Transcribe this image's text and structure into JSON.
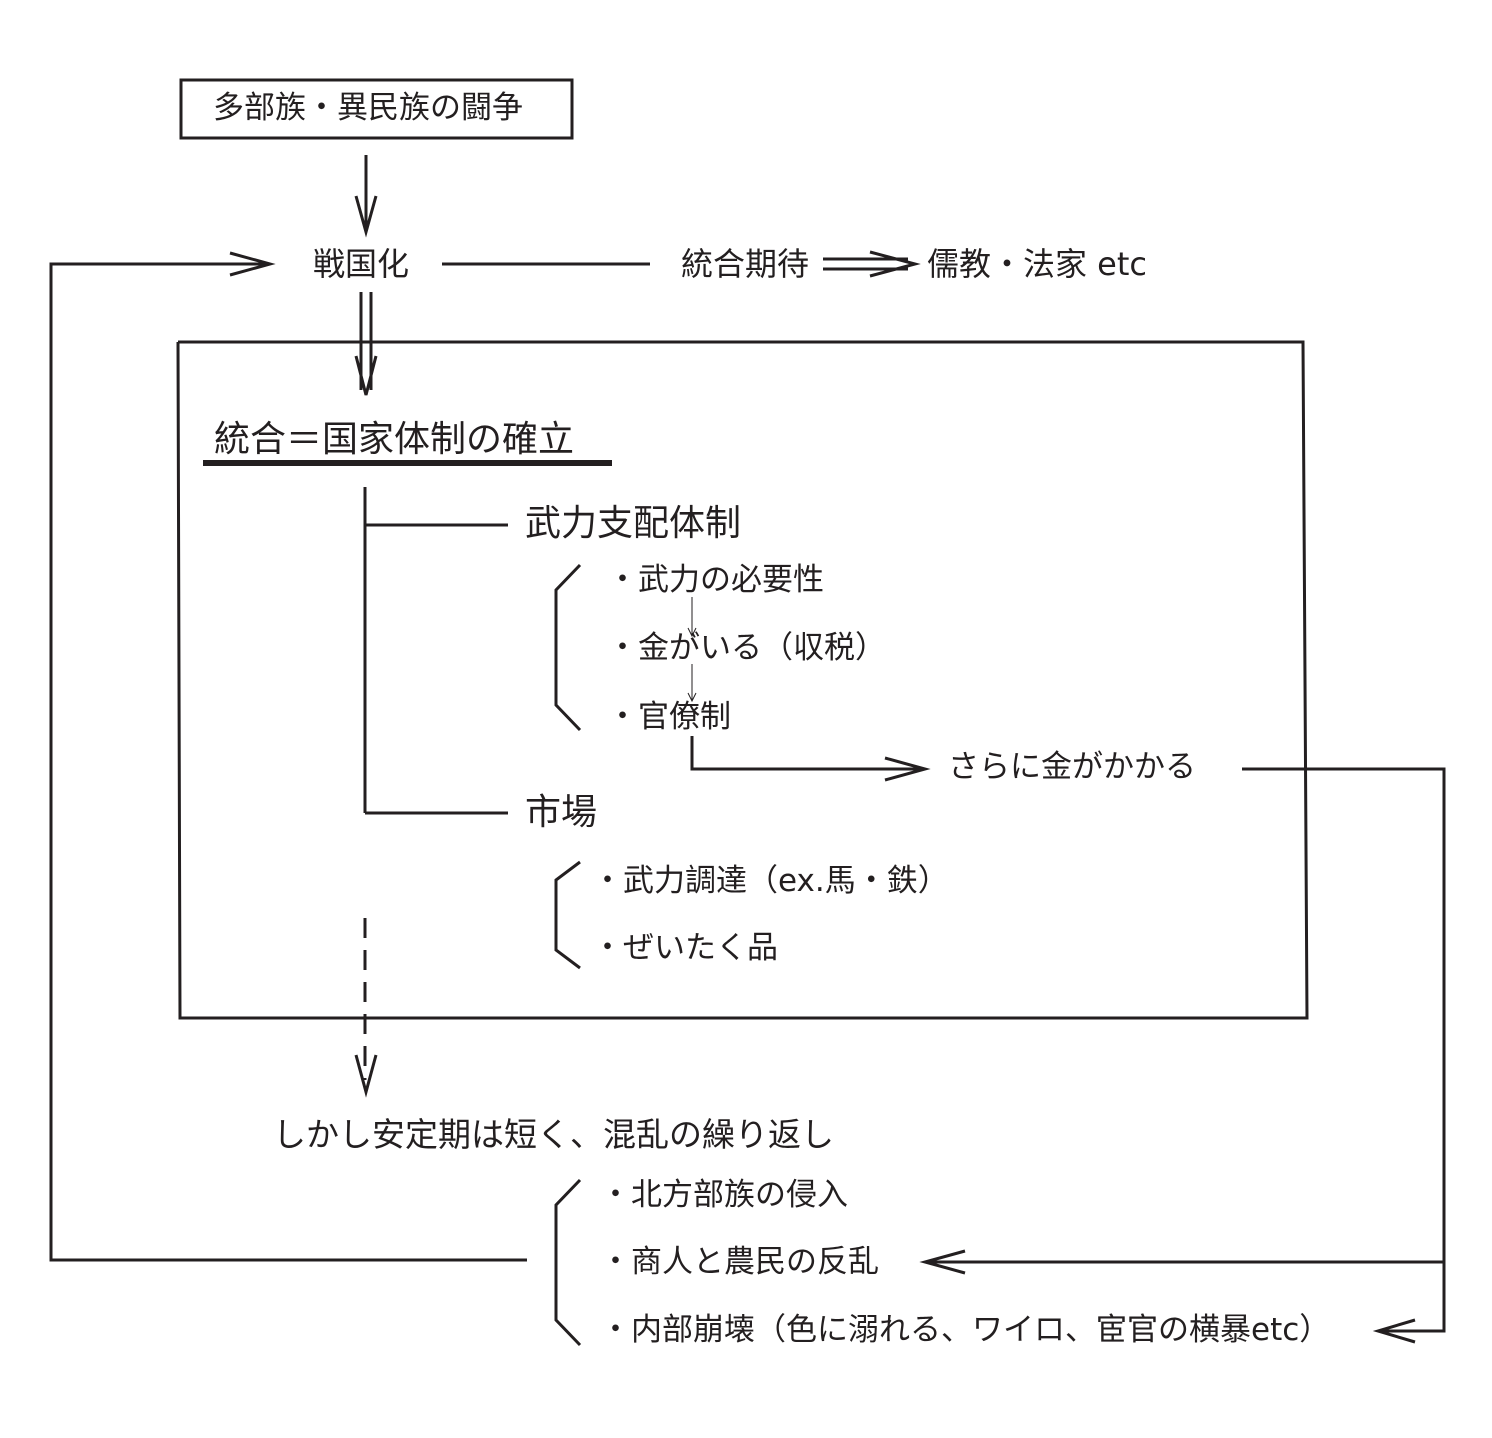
{
  "nodes": {
    "top_box": "多部族・異民族の闘争",
    "sengoku": "戦国化",
    "tougou_kitai": "統合期待",
    "jukyou": "儒教・法家 etc",
    "tougou_kokka": "統合＝国家体制の確立",
    "buryoku_shihai": "武力支配体制",
    "item_hitsuyousei": "・武力の必要性",
    "item_kane": "・金がいる（収税）",
    "item_kanryou": "・官僚制",
    "sarani_kane": "さらに金がかかる",
    "shijou": "市場",
    "item_choutatsu": "・武力調達（ex.馬・鉄）",
    "item_zeitaku": "・ぜいたく品",
    "shikashi": "しかし安定期は短く、混乱の繰り返し",
    "item_hoppou": "・北方部族の侵入",
    "item_shounin": "・商人と農民の反乱",
    "item_naibu": "・内部崩壊（色に溺れる、ワイロ、宦官の横暴etc）"
  },
  "colors": {
    "ink": "#231f20",
    "background": "#ffffff"
  }
}
